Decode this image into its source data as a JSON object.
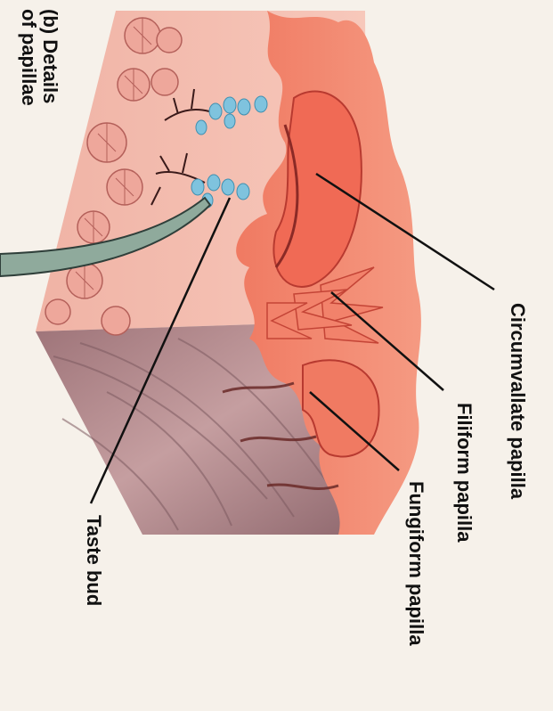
{
  "caption": {
    "line1": "(b) Details",
    "line2": "of papillae"
  },
  "labels": {
    "circumvallate": "Circumvallate papilla",
    "filiform": "Filiform papilla",
    "fungiform": "Fungiform papilla",
    "taste_bud": "Taste bud"
  },
  "colors": {
    "papilla_surface": "#f2826b",
    "papilla_dark": "#c9443a",
    "tissue_pink": "#f4b7a7",
    "muscle_mauve": "#b88a8c",
    "taste_bud_blue": "#7fc3de",
    "leader_line": "#111111",
    "pointer_green": "#8faa9c"
  }
}
